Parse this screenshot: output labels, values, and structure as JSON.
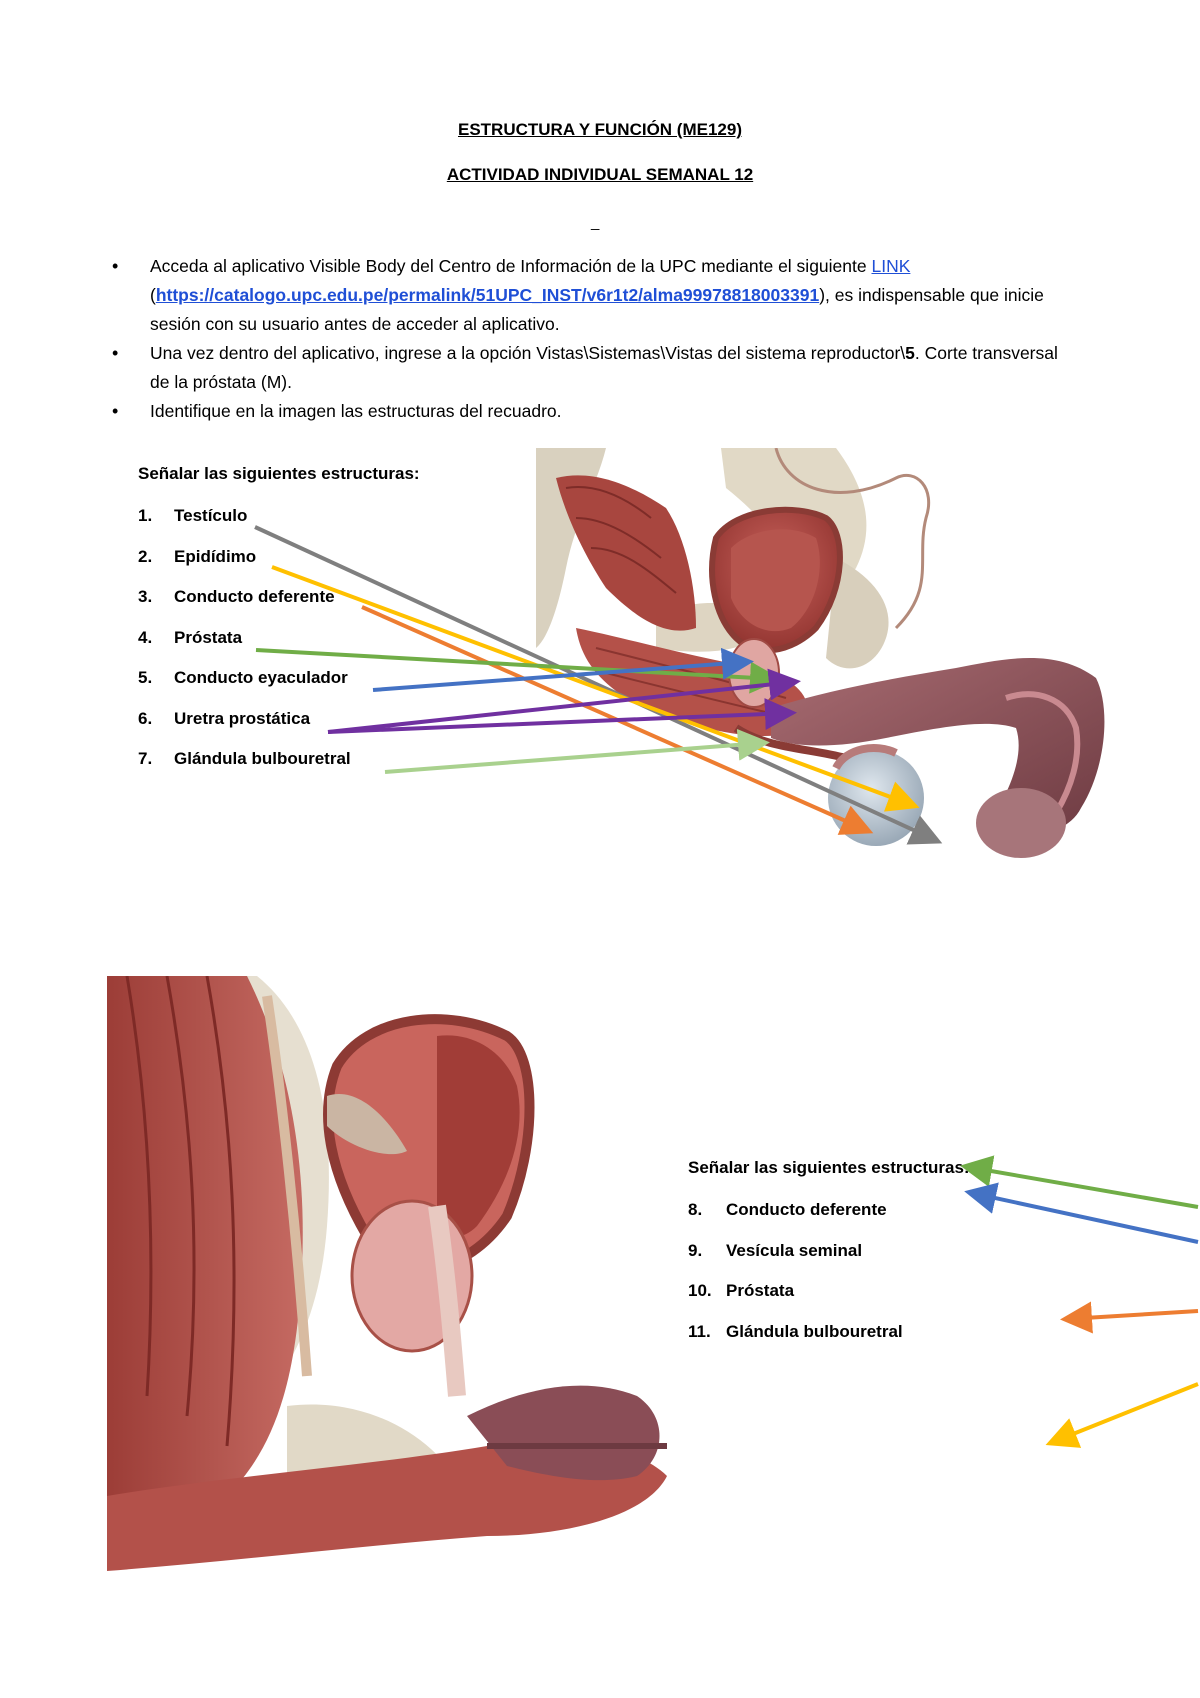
{
  "header": {
    "title": "ESTRUCTURA Y FUNCIÓN (ME129)",
    "subtitle": "ACTIVIDAD INDIVIDUAL SEMANAL 12",
    "separator": "_"
  },
  "instructions": {
    "bullet_symbol": "•",
    "item1_part1": "Acceda al aplicativo Visible Body del Centro de Información de la UPC mediante el siguiente ",
    "item1_link": "LINK",
    "item1_paren_open": "(",
    "item1_url": "https://catalogo.upc.edu.pe/permalink/51UPC_INST/v6r1t2/alma99978818003391",
    "item1_part2": "), es indispensable que inicie sesión con su usuario antes de acceder al aplicativo.",
    "item2_part1": "Una vez dentro del aplicativo, ingrese a la opción Vistas\\Sistemas\\Vistas del sistema reproductor\\",
    "item2_bold": "5",
    "item2_part2": ". Corte transversal de la próstata (M).",
    "item3": "Identifique en la imagen las estructuras del recuadro."
  },
  "section1": {
    "title": "Señalar las siguientes estructuras:",
    "items": [
      {
        "num": "1.",
        "label": "Testículo"
      },
      {
        "num": "2.",
        "label": "Epidídimo"
      },
      {
        "num": "3.",
        "label": "Conducto deferente"
      },
      {
        "num": "4.",
        "label": "Próstata"
      },
      {
        "num": "5.",
        "label": "Conducto eyaculador"
      },
      {
        "num": "6.",
        "label": "Uretra prostática"
      },
      {
        "num": "7.",
        "label": "Glándula bulbouretral"
      }
    ]
  },
  "section2": {
    "title": "Señalar las siguientes estructuras:",
    "items": [
      {
        "num": "8.",
        "label": "Conducto deferente"
      },
      {
        "num": "9.",
        "label": "Vesícula seminal"
      },
      {
        "num": "10.",
        "label": "Próstata"
      },
      {
        "num": "11.",
        "label": "Glándula bulbouretral"
      }
    ]
  },
  "colors": {
    "gray": "#7f7f7f",
    "yellow": "#ffc000",
    "orange": "#ed7d31",
    "green": "#70ad47",
    "blue": "#4472c4",
    "purple": "#7030a0",
    "light_green": "#a9d18e",
    "link": "#1f4fd6"
  },
  "icons": {
    "figure1": "pelvis-anatomy-illustration",
    "figure2": "prostate-crosssection-illustration"
  }
}
